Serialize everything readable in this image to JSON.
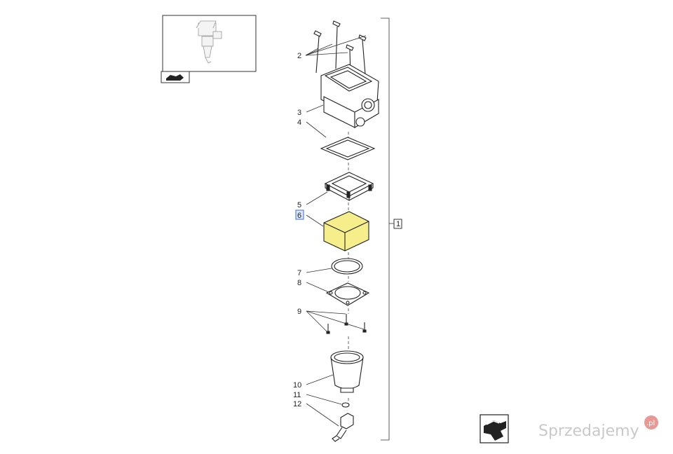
{
  "callouts": {
    "c2": "2",
    "c3": "3",
    "c4": "4",
    "c5": "5",
    "c6": "6",
    "c7": "7",
    "c8": "8",
    "c9": "9",
    "c10": "10",
    "c11": "11",
    "c12": "12",
    "assembly": "1"
  },
  "highlight_color": "#f5ee8a",
  "selected_callout_color": "#3a6fd8",
  "watermark": {
    "brand": "Sprzedajemy",
    "tld": ".pl"
  },
  "icons": {
    "thumbnail": "assembly-thumbnail-icon",
    "nav": "next-page-arrow-icon"
  }
}
